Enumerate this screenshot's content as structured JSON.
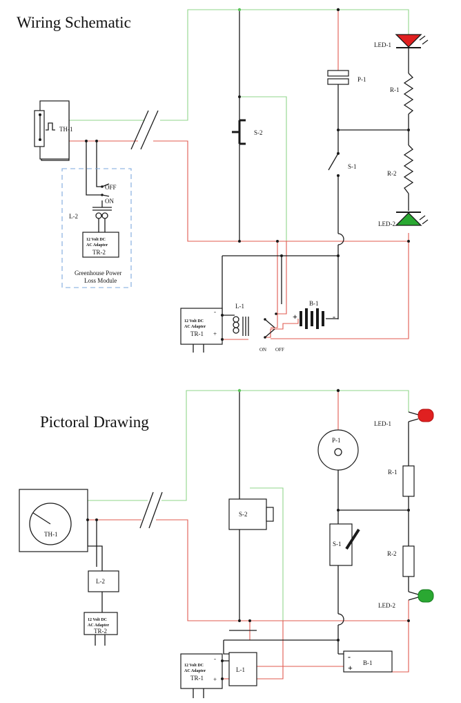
{
  "titles": {
    "schematic": "Wiring Schematic",
    "pictorial": "Pictoral Drawing"
  },
  "labels": {
    "th1": "TH-1",
    "s2": "S-2",
    "p1": "P-1",
    "s1": "S-1",
    "r1": "R-1",
    "r2": "R-2",
    "led1": "LED-1",
    "led2": "LED-2",
    "l1": "L-1",
    "l2": "L-2",
    "b1": "B-1",
    "tr1": "TR-1",
    "tr2": "TR-2",
    "off": "OFF",
    "on": "ON",
    "on_lower": "ON",
    "off_lower": "OFF",
    "adapter_line1": "12 Volt DC",
    "adapter_line2": "AC Adapter",
    "module_line1": "Greenhouse Power",
    "module_line2": "Loss Module",
    "plus": "+",
    "minus": "-"
  },
  "colors": {
    "wire_black": "#1a1a1a",
    "wire_red": "#e0584e",
    "wire_green": "#8fd68a",
    "module_border": "#7aa7dc",
    "led_red": "#e02020",
    "led_green": "#2aa832"
  }
}
